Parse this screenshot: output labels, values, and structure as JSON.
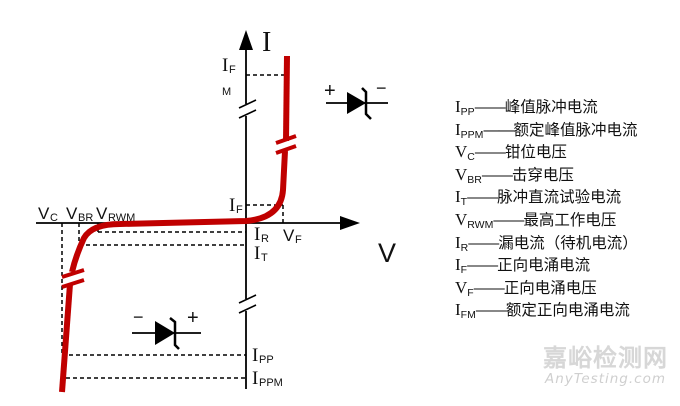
{
  "diagram": {
    "title": "TVS diode I-V characteristic",
    "axes": {
      "y_axis_label": "I",
      "x_axis_label": "V"
    },
    "curve_color": "#c00000",
    "axis_color": "#000000",
    "upper_labels": {
      "ifm_main": "I",
      "ifm_sub": "F",
      "ifm_sub2": "M",
      "if_main": "I",
      "if_sub": "F",
      "vf_main": "V",
      "vf_sub": "F",
      "ir_main": "I",
      "ir_sub": "R",
      "it_main": "I",
      "it_sub": "T"
    },
    "left_labels": {
      "vc_main": "V",
      "vc_sub": "C",
      "vbr_main": "V",
      "vbr_sub": "BR",
      "vrwm_main": "V",
      "vrwm_sub": "RWM"
    },
    "lower_labels": {
      "ipp_main": "I",
      "ipp_sub": "PP",
      "ippm_main": "I",
      "ippm_sub": "PPM"
    },
    "forward_symbol": {
      "plus": "+",
      "minus": "−"
    },
    "reverse_symbol": {
      "plus": "+",
      "minus": "−"
    }
  },
  "legend": [
    {
      "main": "I",
      "sub": "PP",
      "dash": "——",
      "desc": "峰值脉冲电流"
    },
    {
      "main": "I",
      "sub": "PPM",
      "dash": "——",
      "desc": "额定峰值脉冲电流"
    },
    {
      "main": "V",
      "sub": "C",
      "dash": "——",
      "desc": "钳位电压"
    },
    {
      "main": "V",
      "sub": "BR",
      "dash": "——",
      "desc": "击穿电压"
    },
    {
      "main": "I",
      "sub": "T",
      "dash": "——",
      "desc": "脉冲直流试验电流"
    },
    {
      "main": "V",
      "sub": "RWM",
      "dash": "——",
      "desc": "最高工作电压"
    },
    {
      "main": "I",
      "sub": "R",
      "dash": "——",
      "desc": "漏电流（待机电流）"
    },
    {
      "main": "I",
      "sub": "F",
      "dash": "——",
      "desc": "正向电涌电流"
    },
    {
      "main": "V",
      "sub": "F",
      "dash": "——",
      "desc": "正向电涌电压"
    },
    {
      "main": "I",
      "sub": "FM",
      "dash": "——",
      "desc": "额定正向电涌电流"
    }
  ],
  "watermark": {
    "chinese": "嘉峪检测网",
    "english": "AnyTesting.com"
  }
}
